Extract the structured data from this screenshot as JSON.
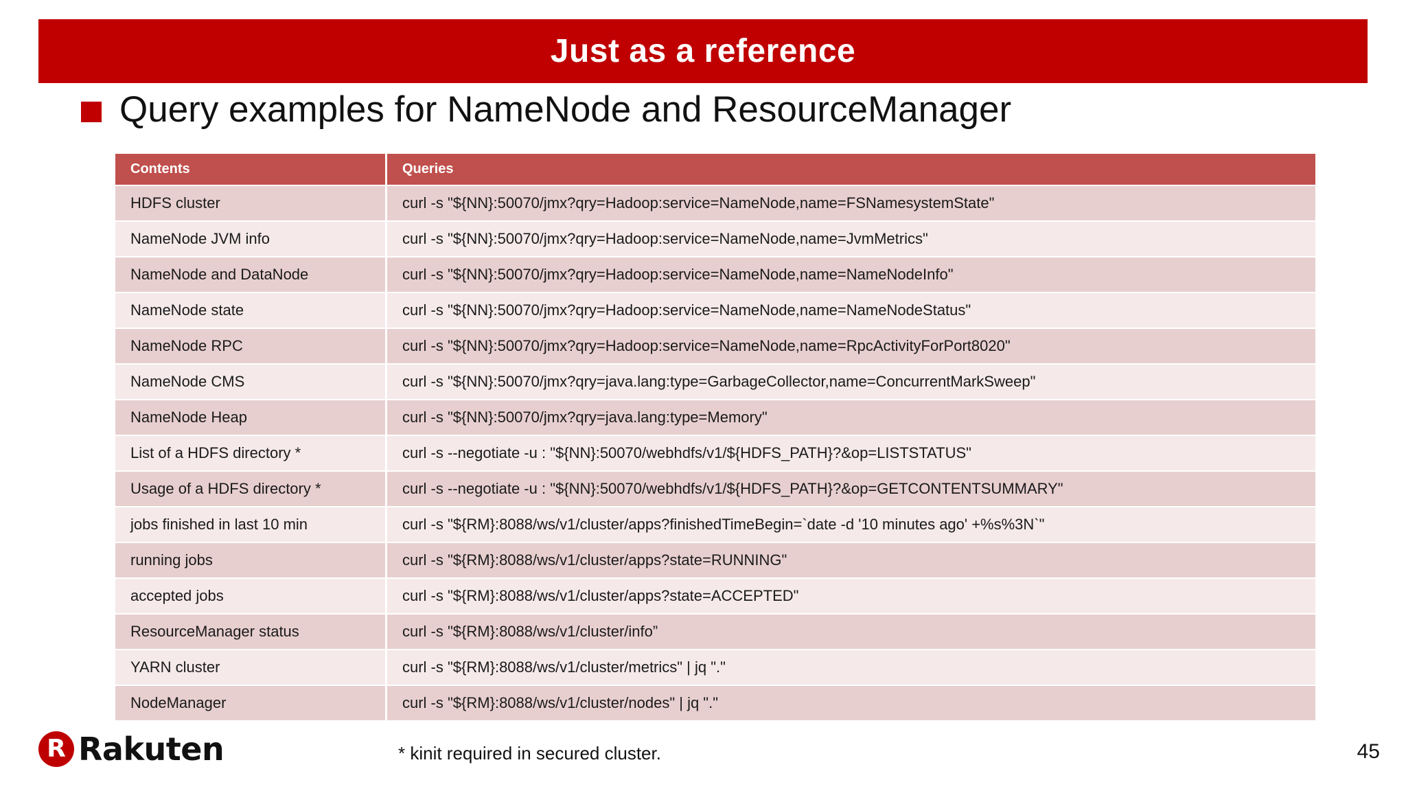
{
  "slide": {
    "title": "Just as a reference",
    "heading": "Query examples for NameNode and ResourceManager",
    "footnote": "* kinit required in secured cluster.",
    "page_number": "45",
    "brand": {
      "mark_letter": "R",
      "wordmark": "Rakuten"
    },
    "colors": {
      "banner_red": "#C00000",
      "bullet_red": "#C00000",
      "table_header_red": "#C0504D",
      "row_dark": "#E8CFCF",
      "row_light": "#F5E9EA",
      "logo_red": "#BF0000"
    }
  },
  "table": {
    "columns": [
      "Contents",
      "Queries"
    ],
    "rows": [
      {
        "contents": "HDFS cluster",
        "query": "curl -s \"${NN}:50070/jmx?qry=Hadoop:service=NameNode,name=FSNamesystemState\""
      },
      {
        "contents": "NameNode JVM info",
        "query": "curl -s \"${NN}:50070/jmx?qry=Hadoop:service=NameNode,name=JvmMetrics\""
      },
      {
        "contents": "NameNode and DataNode",
        "query": "curl -s \"${NN}:50070/jmx?qry=Hadoop:service=NameNode,name=NameNodeInfo\""
      },
      {
        "contents": "NameNode state",
        "query": "curl -s \"${NN}:50070/jmx?qry=Hadoop:service=NameNode,name=NameNodeStatus\""
      },
      {
        "contents": "NameNode RPC",
        "query": "curl -s \"${NN}:50070/jmx?qry=Hadoop:service=NameNode,name=RpcActivityForPort8020\""
      },
      {
        "contents": "NameNode CMS",
        "query": "curl -s \"${NN}:50070/jmx?qry=java.lang:type=GarbageCollector,name=ConcurrentMarkSweep\""
      },
      {
        "contents": "NameNode Heap",
        "query": "curl -s \"${NN}:50070/jmx?qry=java.lang:type=Memory\""
      },
      {
        "contents": "List of a HDFS directory *",
        "query": "curl -s --negotiate -u : \"${NN}:50070/webhdfs/v1/${HDFS_PATH}?&op=LISTSTATUS\""
      },
      {
        "contents": "Usage of a HDFS directory *",
        "query": "curl -s --negotiate -u : \"${NN}:50070/webhdfs/v1/${HDFS_PATH}?&op=GETCONTENTSUMMARY\""
      },
      {
        "contents": "jobs finished in last 10 min",
        "query": "curl -s \"${RM}:8088/ws/v1/cluster/apps?finishedTimeBegin=`date -d '10 minutes ago' +%s%3N`\""
      },
      {
        "contents": "running jobs",
        "query": "curl -s \"${RM}:8088/ws/v1/cluster/apps?state=RUNNING\""
      },
      {
        "contents": "accepted jobs",
        "query": "curl -s \"${RM}:8088/ws/v1/cluster/apps?state=ACCEPTED\""
      },
      {
        "contents": "ResourceManager status",
        "query": "curl -s \"${RM}:8088/ws/v1/cluster/info”"
      },
      {
        "contents": "YARN cluster",
        "query": "curl -s \"${RM}:8088/ws/v1/cluster/metrics\" | jq \".\""
      },
      {
        "contents": "NodeManager",
        "query": "curl -s \"${RM}:8088/ws/v1/cluster/nodes\" | jq \".\""
      }
    ]
  }
}
